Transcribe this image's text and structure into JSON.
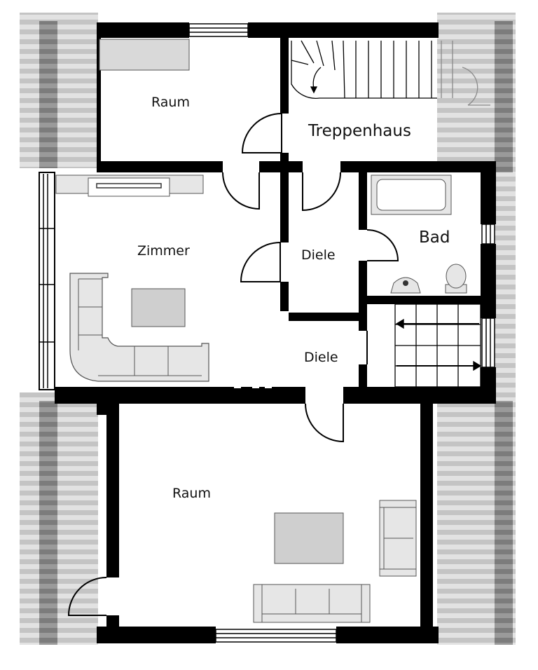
{
  "rooms": {
    "raum_top": "Raum",
    "treppenhaus": "Treppenhaus",
    "zimmer": "Zimmer",
    "diele_upper": "Diele",
    "bad": "Bad",
    "diele_lower": "Diele",
    "raum_bottom": "Raum"
  },
  "colors": {
    "wall": "#000000",
    "furniture_fill": "#e6e6e6",
    "table_fill": "#cfcfcf",
    "roof_dark": "#8c8c8c",
    "roof_light": "#d0d0d0"
  }
}
